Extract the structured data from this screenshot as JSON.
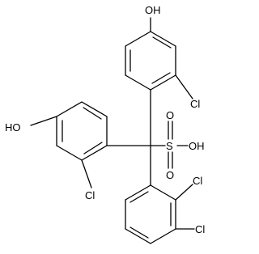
{
  "molecule": {
    "atoms": {
      "oh_top": "OH",
      "cl_upper_ring": "Cl",
      "oh_left": "HO",
      "cl_left_ring": "Cl",
      "sulfur": "S",
      "o_upper": "O",
      "o_lower": "O",
      "oh_sulfonic": "OH",
      "cl_ortho": "Cl",
      "cl_meta": "Cl"
    },
    "colors": {
      "bond": "#000000",
      "label": "#000000",
      "background": "#ffffff"
    }
  }
}
